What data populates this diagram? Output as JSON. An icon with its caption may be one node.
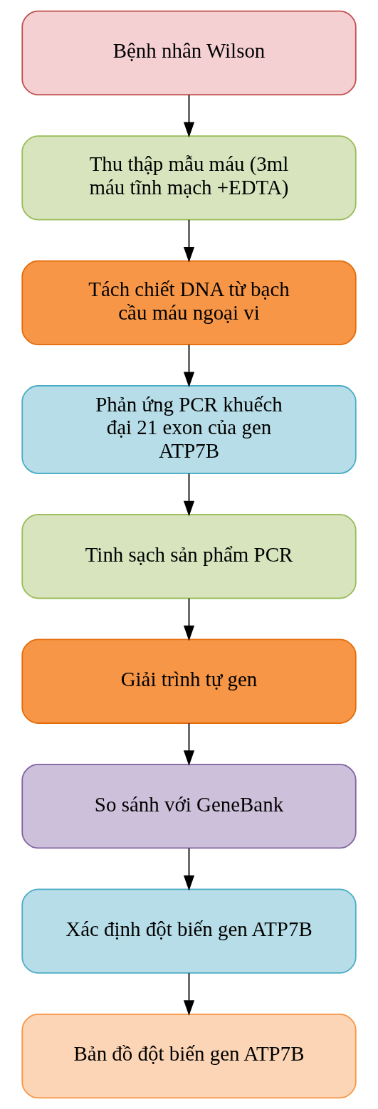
{
  "diagram": {
    "nodes": [
      {
        "text": [
          "Bệnh nhân Wilson"
        ]
      },
      {
        "text": [
          "Thu thập mẫu máu (3ml máu tĩnh mạch +EDTA)"
        ]
      },
      {
        "text": [
          "Tách chiết DNA từ bạch cầu máu ngoại vi"
        ]
      },
      {
        "text": [
          "Phản ứng PCR khuếch đại 21 exon của gen ATP7B"
        ]
      },
      {
        "text": [
          "Tinh sạch sản phẩm PCR"
        ]
      },
      {
        "text": [
          "Giải trình tự gen"
        ]
      },
      {
        "text": [
          "So sánh với GeneBank"
        ]
      },
      {
        "text": [
          "Xác định đột biến gen ATP7B"
        ]
      },
      {
        "text": [
          "Bản đồ đột biến gen ATP7B"
        ]
      }
    ],
    "edges": [
      {
        "from": 0,
        "to": 1,
        "arrow": "to"
      },
      {
        "from": 1,
        "to": 2,
        "arrow": "to"
      },
      {
        "from": 2,
        "to": 3,
        "arrow": "to"
      },
      {
        "from": 3,
        "to": 4,
        "arrow": "to"
      },
      {
        "from": 4,
        "to": 5,
        "arrow": "to"
      },
      {
        "from": 5,
        "to": 6,
        "arrow": "to"
      },
      {
        "from": 6,
        "to": 7,
        "arrow": "to"
      },
      {
        "from": 7,
        "to": 8,
        "arrow": "to"
      }
    ]
  }
}
